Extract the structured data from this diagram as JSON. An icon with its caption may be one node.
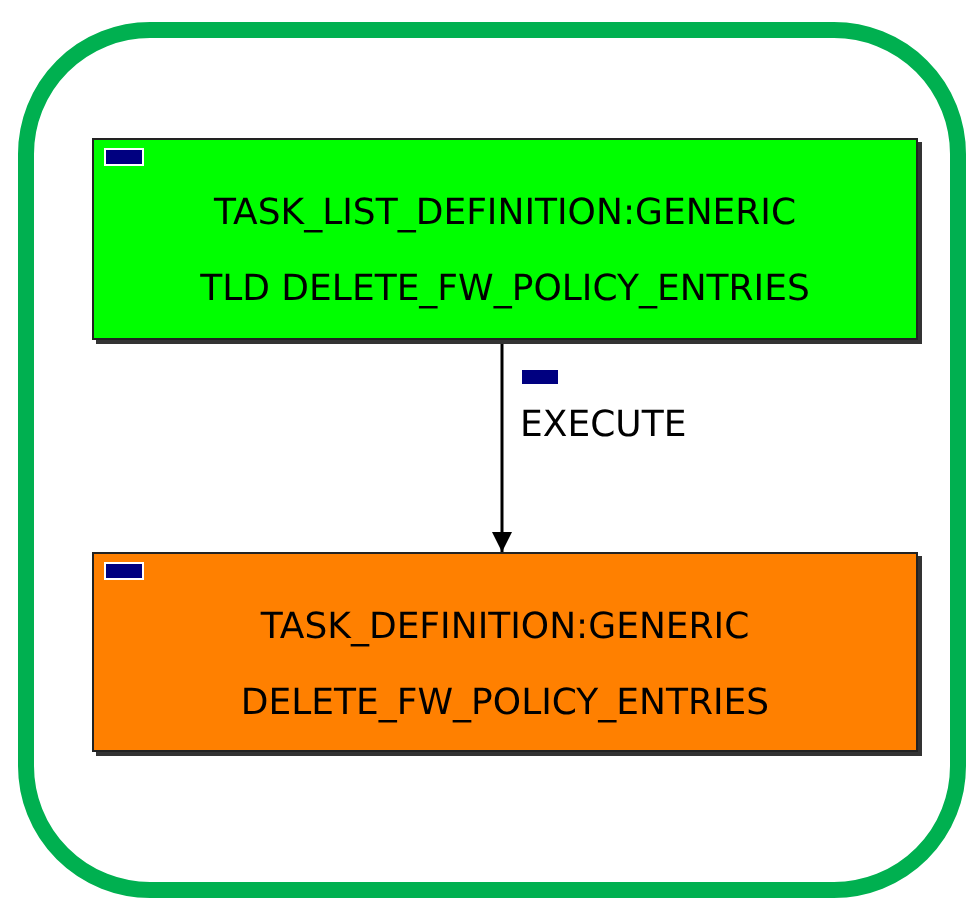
{
  "diagram": {
    "nodes": [
      {
        "text": [
          "TASK_LIST_DEFINITION:GENERIC",
          "TLD DELETE_FW_POLICY_ENTRIES"
        ]
      },
      {
        "text": [
          "TASK_DEFINITION:GENERIC",
          "DELETE_FW_POLICY_ENTRIES"
        ]
      }
    ],
    "edges": [
      {
        "from": 0,
        "to": 1,
        "arrow": "to",
        "label": "EXECUTE"
      }
    ]
  }
}
